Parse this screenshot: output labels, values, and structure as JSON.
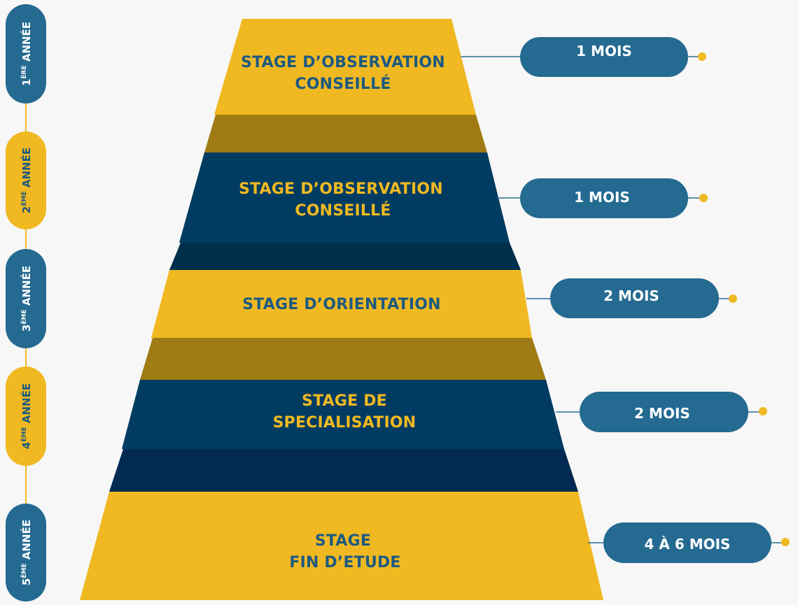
{
  "colors": {
    "yellow": "#f0b922",
    "yellow_fold": "#a07b14",
    "navy": "#003c61",
    "navy_fold": "#002f4b",
    "navy_fold2": "#022a52",
    "pill": "#246a91",
    "connector": "#2d6f93",
    "dot": "#f0b922",
    "timeline": "#f0b922"
  },
  "years": [
    {
      "num": "1",
      "sup": "ÈRE",
      "label": "ANNÉE",
      "style": "navy"
    },
    {
      "num": "2",
      "sup": "ÈME",
      "label": "ANNÉE",
      "style": "yellow"
    },
    {
      "num": "3",
      "sup": "ÈME",
      "label": "ANNÉE",
      "style": "navy"
    },
    {
      "num": "4",
      "sup": "ÈME",
      "label": "ANNÉE",
      "style": "yellow"
    },
    {
      "num": "5",
      "sup": "ÈME",
      "label": "ANNÉE",
      "style": "navy"
    }
  ],
  "steps": [
    {
      "lines": [
        "STAGE D’OBSERVATION",
        "CONSEILLÉ"
      ],
      "style": "yellow",
      "duration": "1 MOIS"
    },
    {
      "lines": [
        "STAGE D’OBSERVATION",
        "CONSEILLÉ"
      ],
      "style": "navy",
      "duration": "1 MOIS"
    },
    {
      "lines": [
        "STAGE D’ORIENTATION"
      ],
      "style": "yellow",
      "duration": "2 MOIS"
    },
    {
      "lines": [
        "STAGE DE",
        "SPECIALISATION"
      ],
      "style": "navy",
      "duration": "2 MOIS"
    },
    {
      "lines": [
        "STAGE",
        "FIN D’ETUDE"
      ],
      "style": "yellow",
      "duration": "4 À 6 MOIS"
    }
  ]
}
